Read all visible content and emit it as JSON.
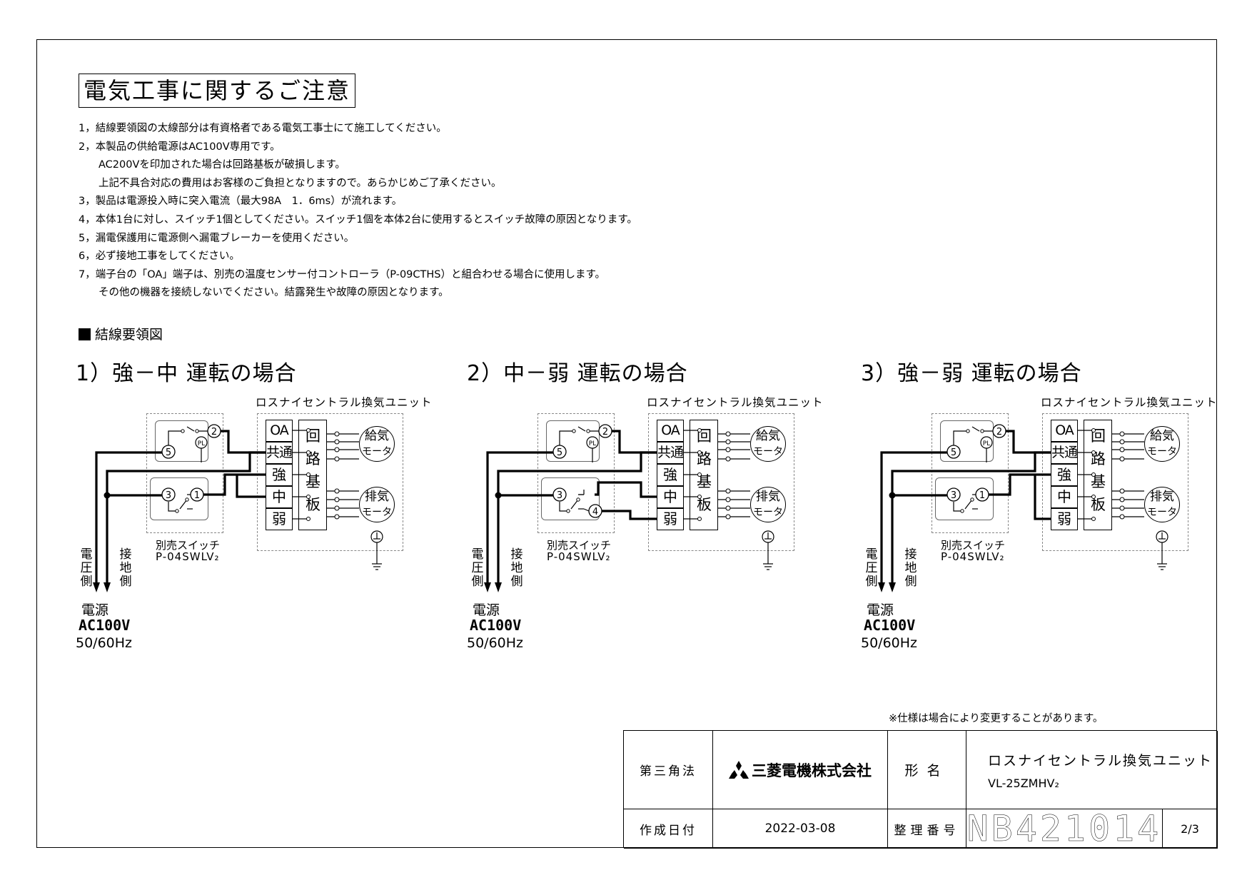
{
  "heading": "電気工事に関するご注意",
  "notes": [
    {
      "text": "1，結線要領図の太線部分は有資格者である電気工事士にて施工してください。",
      "indent": false
    },
    {
      "text": "2，本製品の供給電源はAC100V専用です。",
      "indent": false
    },
    {
      "text": "AC200Vを印加された場合は回路基板が破損します。",
      "indent": true
    },
    {
      "text": "上記不具合対応の費用はお客様のご負担となりますので。あらかじめご了承ください。",
      "indent": true
    },
    {
      "text": "3，製品は電源投入時に突入電流（最大98A　1．6ms）が流れます。",
      "indent": false
    },
    {
      "text": "4，本体1台に対し、スイッチ1個としてください。スイッチ1個を本体2台に使用するとスイッチ故障の原因となります。",
      "indent": false
    },
    {
      "text": "5，漏電保護用に電源側へ漏電ブレーカーを使用ください。",
      "indent": false
    },
    {
      "text": "6，必ず接地工事をしてください。",
      "indent": false
    },
    {
      "text": "7，端子台の「OA」端子は、別売の温度センサー付コントローラ（P-09CTHS）と組合わせる場合に使用します。",
      "indent": false
    },
    {
      "text": "その他の機器を接続しないでください。結露発生や故障の原因となります。",
      "indent": true
    }
  ],
  "section_title": "結線要領図",
  "cases": [
    {
      "title": "1）強－中 運転の場合",
      "switch_right": "1",
      "lower_term": "中",
      "mode": "a"
    },
    {
      "title": "2）中－弱 運転の場合",
      "switch_right": "4",
      "lower_term": "弱",
      "mode": "b"
    },
    {
      "title": "3）強－弱 運転の場合",
      "switch_right": "1",
      "lower_term": "弱",
      "mode": "c"
    }
  ],
  "diagram": {
    "unit_name": "ロスナイセントラル換気ユニット",
    "terminals": [
      "OA",
      "共通",
      "強",
      "中",
      "弱"
    ],
    "board": [
      "回",
      "路",
      "基",
      "板"
    ],
    "motor_supply": [
      "給気",
      "モータ"
    ],
    "motor_exhaust": [
      "排気",
      "モータ"
    ],
    "switch_label": "別売スイッチ",
    "switch_model": "P-04SWLV₂",
    "pl": "PL",
    "term2": "2",
    "term3": "3",
    "term5": "5",
    "voltage_side": "電圧側",
    "ground_side": "接地側",
    "power_label": "電源",
    "power_voltage": "AC100V",
    "power_freq": "50/60Hz"
  },
  "spec_note": "※仕様は場合により変更することがあります。",
  "title_block": {
    "projection": "第三角法",
    "company": "三菱電機株式会社",
    "model_label": "形名",
    "product_name": "ロスナイセントラル換気ユニット",
    "model_no": "VL-25ZMHV₂",
    "date_label": "作成日付",
    "date": "2022-03-08",
    "number_label": "整理番号",
    "number": "NB421014",
    "page": "2/3"
  }
}
